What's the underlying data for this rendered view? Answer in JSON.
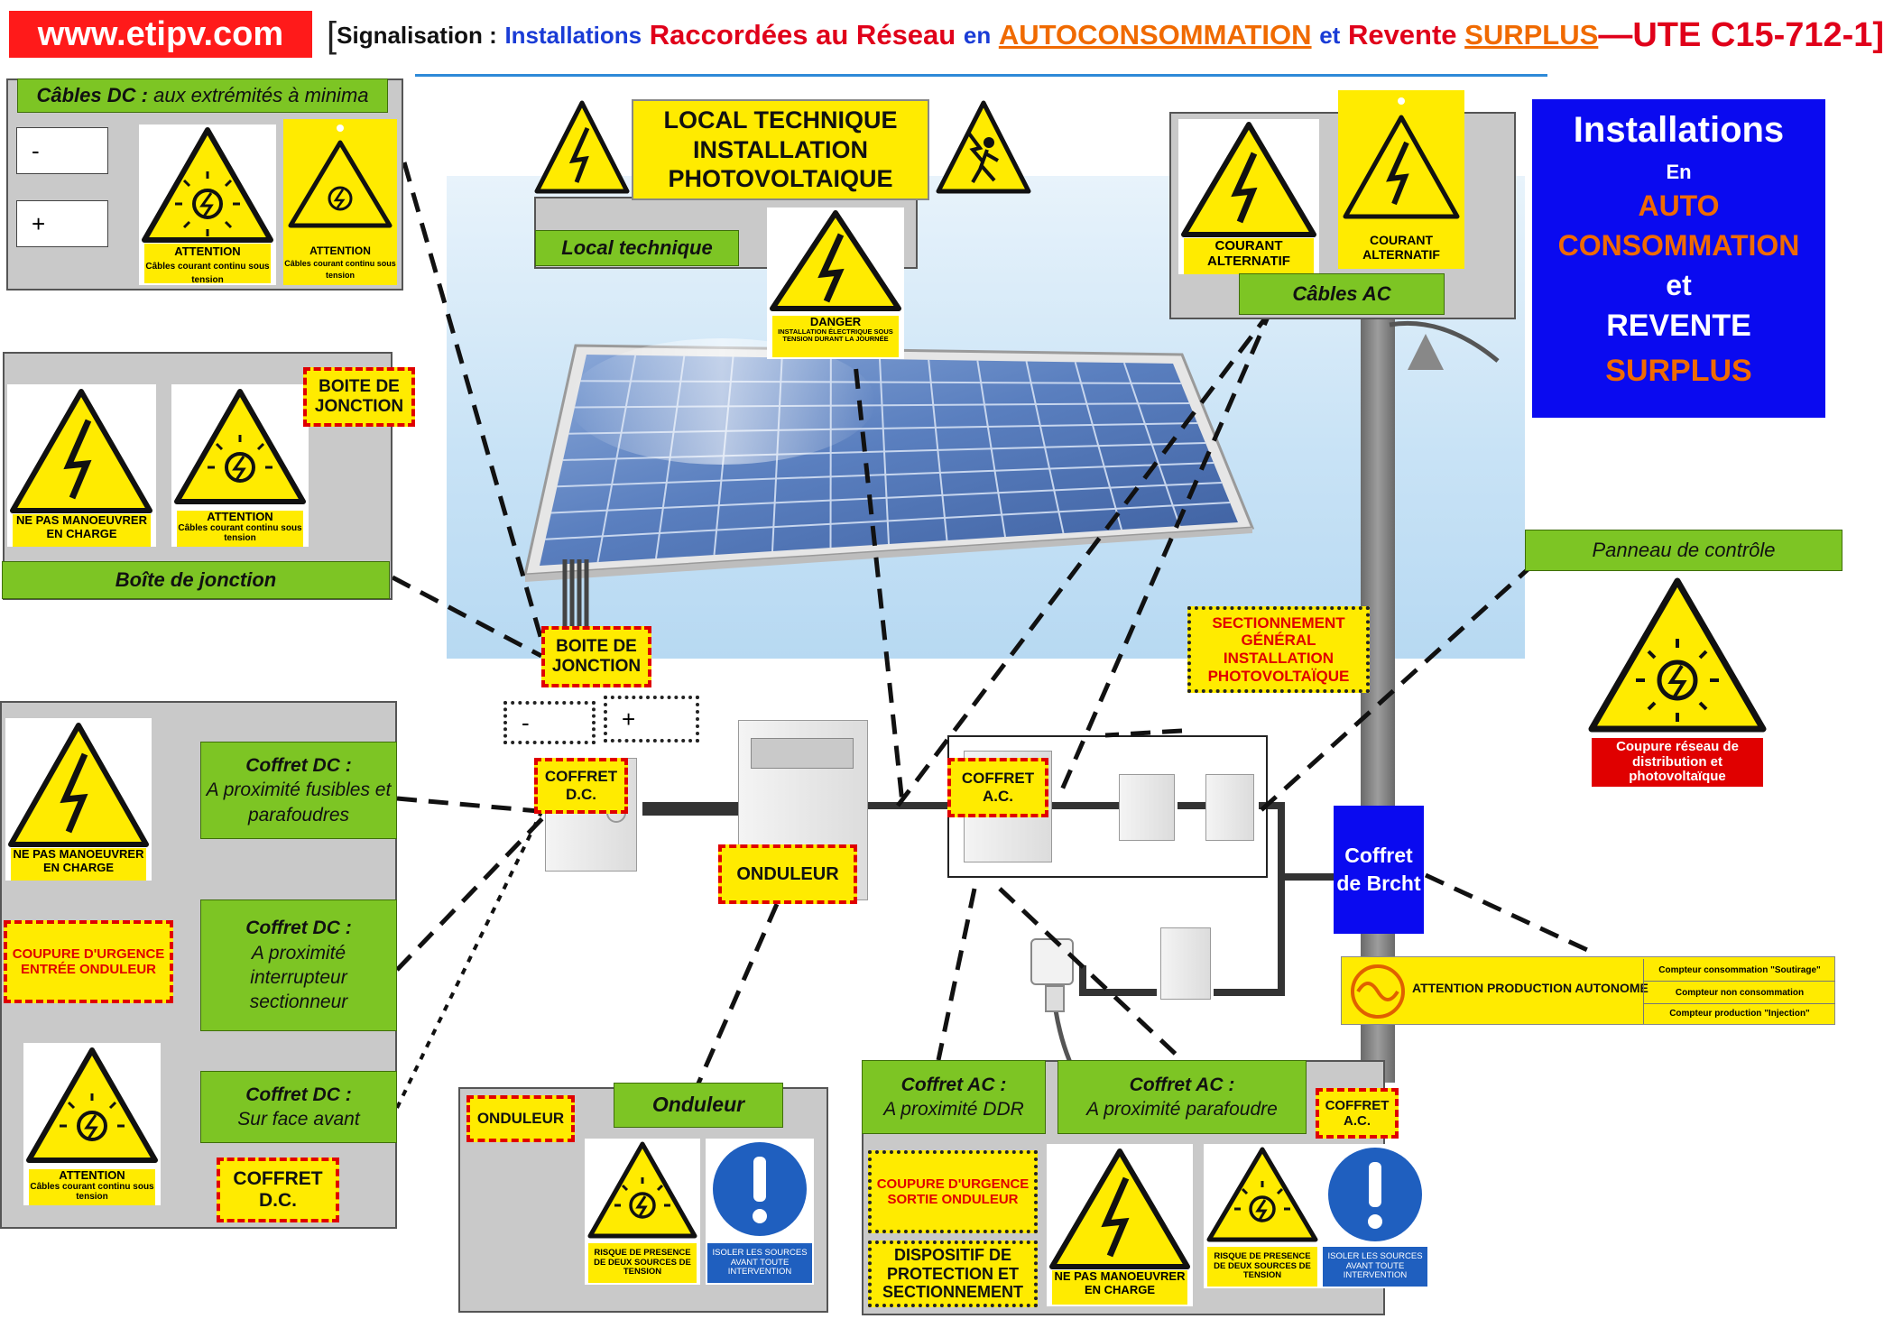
{
  "header": {
    "url": "www.etipv.com",
    "t_open": "[",
    "t_sig": "Signalisation :",
    "t_install": "Installations",
    "t_raccord": "Raccordées au Réseau",
    "t_en": "en",
    "t_auto": "AUTOCONSOMMATION",
    "t_et": "et",
    "t_revente": "Revente",
    "t_surplus": "SURPLUS",
    "t_ute": "—UTE C15-712-1]"
  },
  "panels": {
    "cables_dc": "Câbles DC :",
    "cables_dc_sub": "aux extrémités à minima",
    "boite_jonction": "Boîte de jonction",
    "local_technique": "Local technique",
    "cables_ac": "Câbles AC",
    "panneau_controle": "Panneau de contrôle",
    "coffret_dc_1_title": "Coffret DC :",
    "coffret_dc_1_sub": "A proximité fusibles et parafoudres",
    "coffret_dc_2_title": "Coffret DC :",
    "coffret_dc_2_sub": "A proximité interrupteur sectionneur",
    "coffret_dc_3_title": "Coffret DC :",
    "coffret_dc_3_sub": "Sur face avant",
    "onduleur": "Onduleur",
    "coffret_ac_1_title": "Coffret AC :",
    "coffret_ac_1_sub": "A proximité DDR",
    "coffret_ac_2_title": "Coffret AC :",
    "coffret_ac_2_sub": "A proximité  parafoudre"
  },
  "labels": {
    "minus": "-",
    "plus": "+",
    "boite_jonction": "BOITE DE JONCTION",
    "coffret_dc": "COFFRET D.C.",
    "coffret_ac": "COFFRET A.C.",
    "onduleur": "ONDULEUR",
    "sectionnement": "SECTIONNEMENT GÉNÉRAL INSTALLATION PHOTOVOLTAÏQUE",
    "coupure_entree": "COUPURE D'URGENCE ENTRÉE ONDULEUR",
    "coupure_sortie": "COUPURE D'URGENCE SORTIE ONDULEUR",
    "dispositif": "DISPOSITIF DE PROTECTION ET SECTIONNEMENT",
    "local_technique_sign": "LOCAL TECHNIQUE INSTALLATION PHOTOVOLTAIQUE",
    "brcht": "Coffret de Brcht"
  },
  "signs": {
    "attention": "ATTENTION",
    "cables_courant_continu": "Câbles courant continu sous tension",
    "ne_pas_manoeuvrer": "NE PAS MANOEUVRER EN CHARGE",
    "courant_alternatif": "COURANT ALTERNATIF",
    "danger": "DANGER",
    "danger_sub": "INSTALLATION ÉLECTRIQUE SOUS TENSION DURANT LA JOURNÉE",
    "risque_presence": "RISQUE DE PRESENCE DE DEUX SOURCES DE TENSION",
    "isoler_sources": "ISOLER LES SOURCES AVANT TOUTE INTERVENTION",
    "coupure_reseau": "Coupure réseau de distribution et photovoltaïque",
    "attention_production": "ATTENTION PRODUCTION AUTONOME",
    "compteur_conso": "Compteur consommation \"Soutirage\"",
    "compteur_non_conso": "Compteur non consommation",
    "compteur_prod": "Compteur production \"Injection\"",
    "etipv": "etipv.com"
  },
  "blue_panel": {
    "l1": "Installations",
    "l2": "En",
    "l3": "AUTO",
    "l4": "CONSOMMATION",
    "l5": "et",
    "l6": "REVENTE",
    "l7": "SURPLUS"
  },
  "colors": {
    "sign_yellow": "#ffeb00",
    "label_red": "#e00000",
    "green": "#7dc524",
    "blue_panel": "#0a0af0",
    "orange": "#f06a00"
  }
}
